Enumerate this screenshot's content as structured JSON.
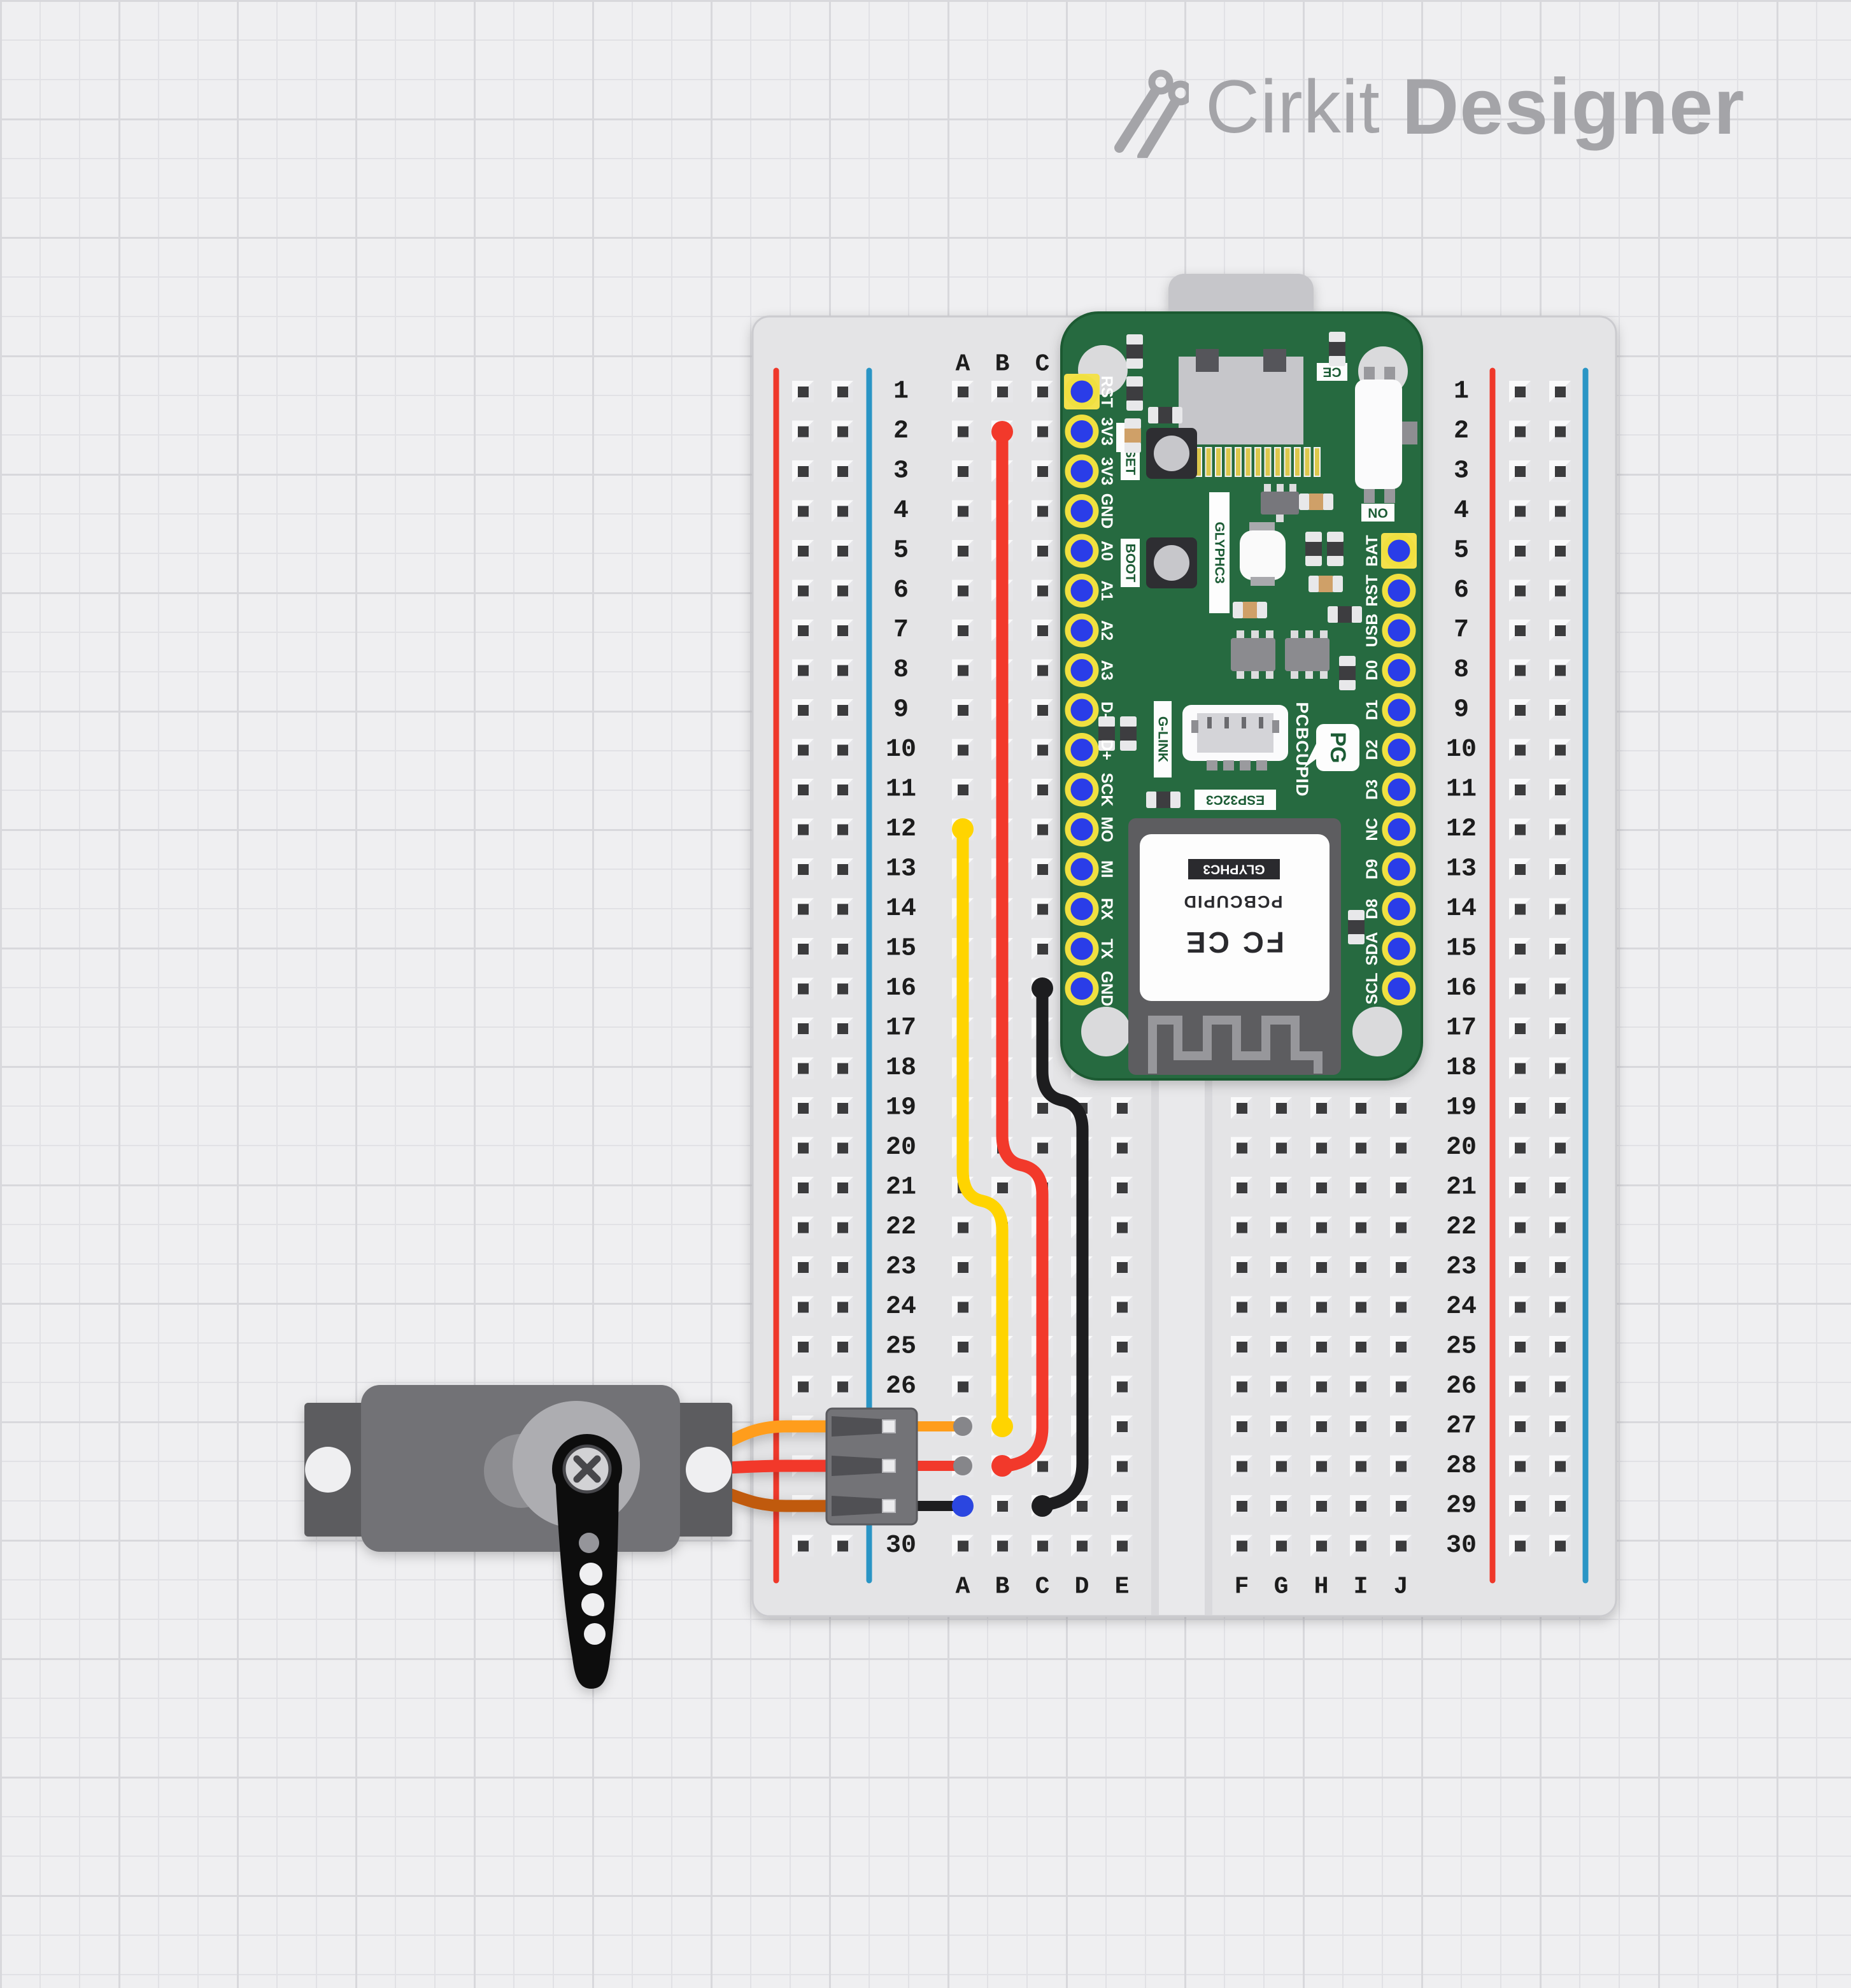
{
  "app": {
    "brand": "Cirkit",
    "product": "Designer"
  },
  "breadboard": {
    "row_count": 30,
    "left_column_labels": [
      "A",
      "B",
      "C",
      "D",
      "E"
    ],
    "right_column_labels": [
      "F",
      "G",
      "H",
      "I",
      "J"
    ],
    "rail_positive_color": "#ef392b",
    "rail_negative_color": "#2a95c5"
  },
  "microcontroller": {
    "left_pin_labels": [
      "RST",
      "3V3",
      "3V3",
      "GND",
      "A0",
      "A1",
      "A2",
      "A3",
      "D-",
      "D+",
      "SCK",
      "MO",
      "MI",
      "RX",
      "TX",
      "GND"
    ],
    "right_pin_labels": [
      "BAT",
      "RST",
      "USB",
      "D0",
      "D1",
      "D2",
      "D3",
      "NC",
      "D9",
      "D8",
      "SDA",
      "SCL"
    ],
    "silkscreen": {
      "a1": "A1",
      "ce": "CE",
      "on": "ON",
      "reset": "RESET",
      "boot": "BOOT",
      "glyphc3": "GLYPHC3",
      "glink": "G-LINK",
      "pcbcupid": "PCBCUPID",
      "pg_logo": "PG",
      "esp32c3": "ESP32C3"
    },
    "shield_label": {
      "model": "GLYPHC3",
      "brand": "PCBCUPID",
      "certifications": "FC CE"
    },
    "pcb_color": "#266a40",
    "pin_color": "#2b3ce8",
    "pin_ring_color": "#f0e040"
  },
  "wires": [
    {
      "name": "power-3v3",
      "color": "red",
      "hex": "#f2392b",
      "from_hole": "B2",
      "to_hole": "B28"
    },
    {
      "name": "signal",
      "color": "yellow",
      "hex": "#ffd400",
      "from_hole": "A12",
      "to_hole": "B27"
    },
    {
      "name": "ground",
      "color": "black",
      "hex": "#1d1d1f",
      "from_hole": "C16",
      "to_hole": "C29"
    },
    {
      "name": "servo-signal-lead",
      "color": "orange",
      "hex": "#ff9d1c",
      "to_hole": "A27"
    },
    {
      "name": "servo-power-lead",
      "color": "red",
      "hex": "#f2392b",
      "to_hole": "A28"
    },
    {
      "name": "servo-ground-lead",
      "color": "dark-orange",
      "hex": "#c05a10",
      "to_hole": "A29"
    }
  ]
}
